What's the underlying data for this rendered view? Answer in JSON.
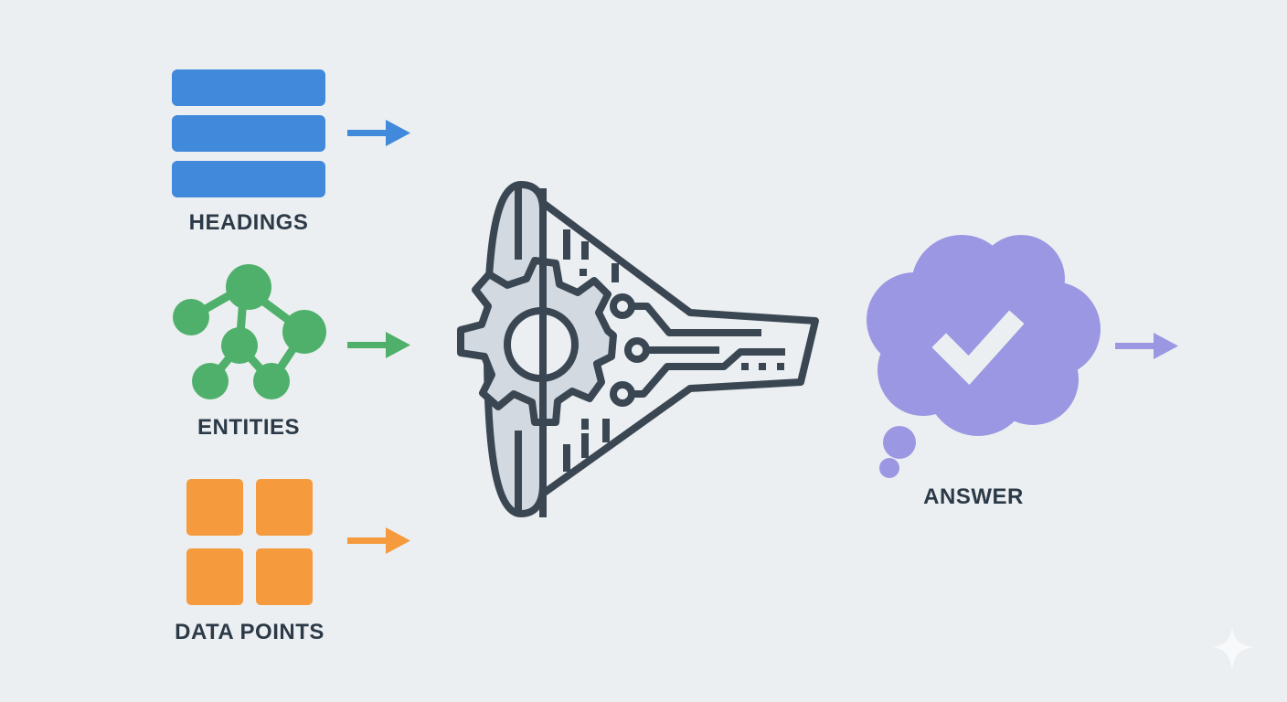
{
  "diagram": {
    "inputs": [
      {
        "label": "HEADINGS",
        "color": "#4189db",
        "icon": "list-bars-icon"
      },
      {
        "label": "ENTITIES",
        "color": "#4fb06c",
        "icon": "node-graph-icon"
      },
      {
        "label": "DATA POINTS",
        "color": "#f59a3d",
        "icon": "grid-squares-icon"
      }
    ],
    "processor": {
      "icon": "gear-circuit-funnel-icon",
      "stroke": "#3a4753",
      "fill": "#d3d9e0"
    },
    "output": {
      "label": "ANSWER",
      "color": "#9b97e3",
      "icon": "thought-cloud-check-icon"
    },
    "background": "#eceff1",
    "text_color": "#2c3a48"
  }
}
